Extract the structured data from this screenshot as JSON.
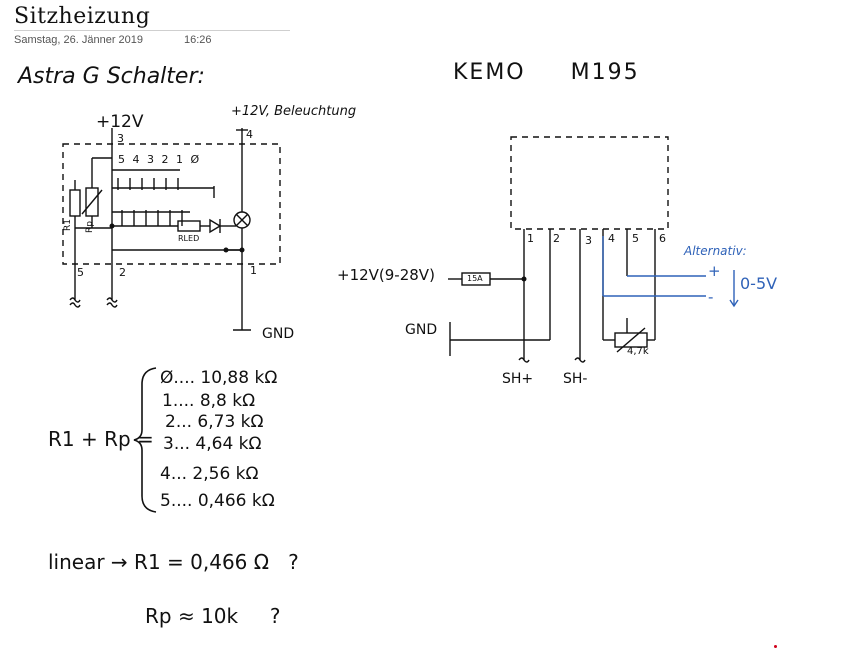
{
  "page": {
    "title": "Sitzheizung",
    "date": "Samstag, 26. Jänner 2019",
    "time": "16:26"
  },
  "left": {
    "heading": "Astra G Schalter:",
    "v12": "+12V",
    "v12_light": "+12V, Beleuchtung",
    "pin3": "3",
    "pin4": "4",
    "positions": "5 4 3 2 1 Ø",
    "r1": "R1",
    "rp": "Rp",
    "rled": "RLED",
    "pin5": "5",
    "pin2": "2",
    "pin1": "1",
    "gnd": "GND"
  },
  "right": {
    "heading": "KEMO     M195",
    "pins": [
      "1",
      "2",
      "3",
      "4",
      "5",
      "6"
    ],
    "supply": "+12V(9-28V)",
    "fuse": "15A",
    "gnd": "GND",
    "pot": "4,7k",
    "sh_plus": "SH+",
    "sh_minus": "SH-",
    "alt": "Alternativ:",
    "alt_plus": "+",
    "alt_minus": "-",
    "alt_range": "0-5V"
  },
  "resistance": {
    "label": "R1 + Rp =",
    "rows": [
      "Ø.... 10,88 kΩ",
      "1.... 8,8 kΩ",
      "2... 6,73 kΩ",
      "3... 4,64 kΩ",
      "4... 2,56 kΩ",
      "5.... 0,466 kΩ"
    ]
  },
  "notes": {
    "linear": "linear → R1 = 0,466 Ω   ?",
    "rp": "Rp ≈ 10k     ?"
  },
  "colors": {
    "ink": "#111111",
    "blue": "#2f62b8",
    "red": "#d0021b"
  }
}
